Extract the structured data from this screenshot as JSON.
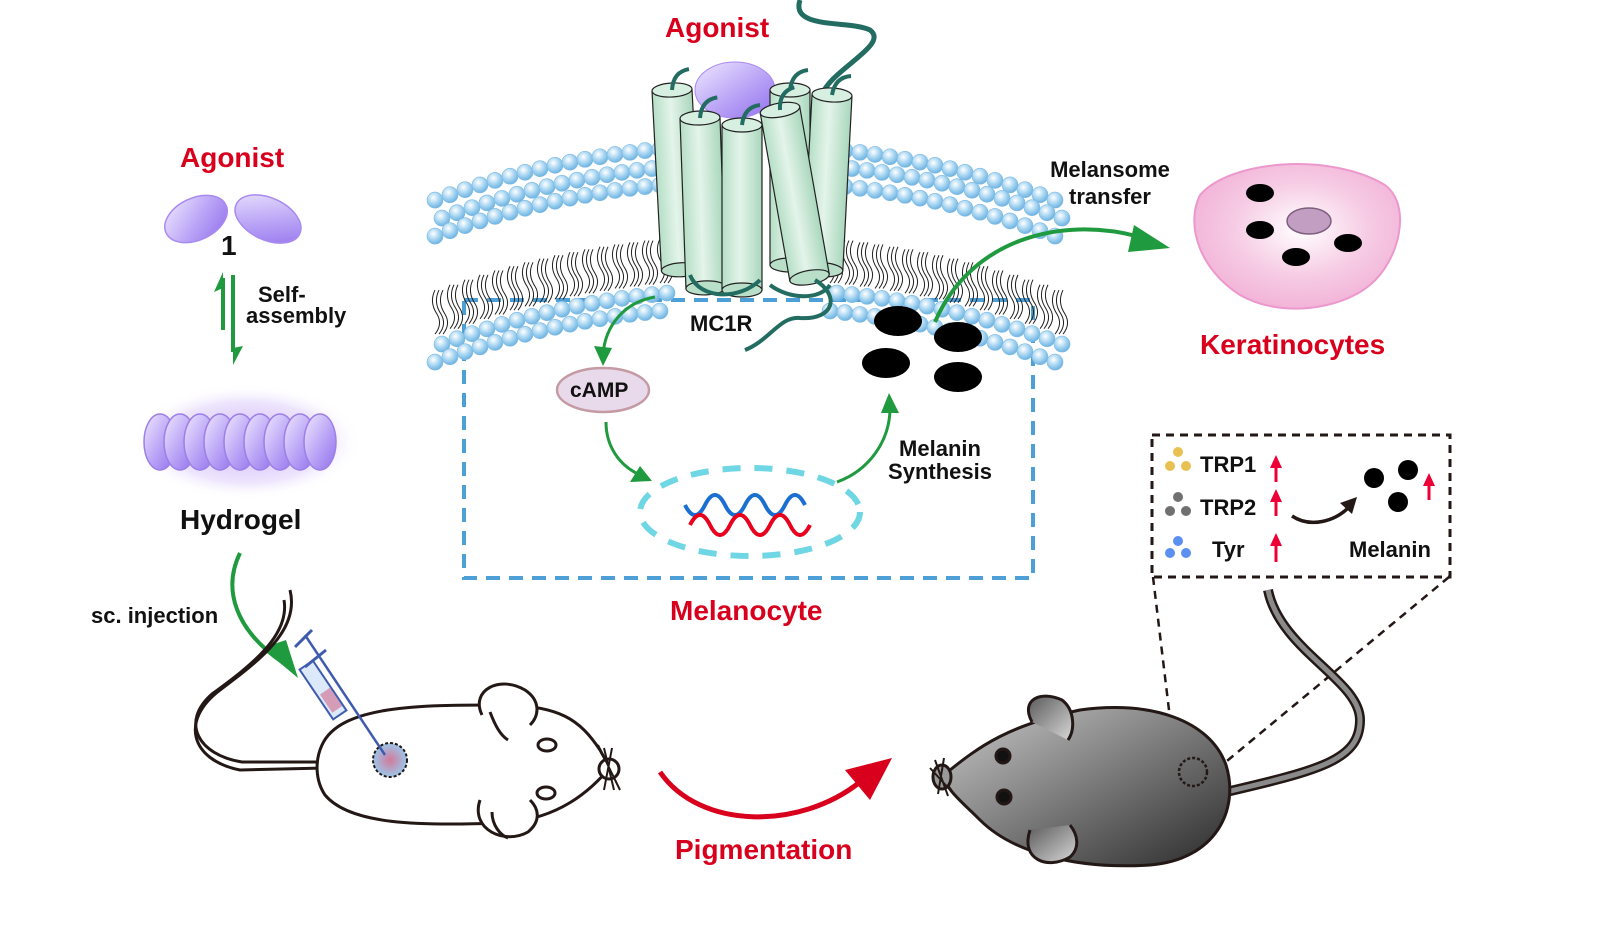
{
  "colors": {
    "title_red": "#d8001c",
    "arrow_green": "#1f9a3e",
    "membrane_blue": "#8fc8ea",
    "receptor_green": "#c8e8d6",
    "loop_teal": "#236c62",
    "agonist_purple": "#a78bf0",
    "keratinocyte_pink": "#f4b8dc",
    "melanocyte_border": "#4d9fd8",
    "nucleus_border": "#6fd6e4",
    "up_arrow_red": "#ec0036",
    "trp1_yellow": "#e8c152",
    "trp2_gray": "#707070",
    "tyr_blue": "#5b8ff0"
  },
  "left_panel": {
    "agonist_label": "Agonist",
    "compound_number": "1",
    "self_assembly_label": "Self-\nassembly",
    "self_assembly_line1": "Self-",
    "self_assembly_line2": "assembly",
    "hydrogel_label": "Hydrogel",
    "injection_label": "sc. injection"
  },
  "center_panel": {
    "agonist_label": "Agonist",
    "receptor_label": "MC1R",
    "second_messenger_label": "cAMP",
    "melanin_synthesis_line1": "Melanin",
    "melanin_synthesis_line2": "Synthesis",
    "cell_label": "Melanocyte"
  },
  "right_panel": {
    "transfer_line1": "Melansome",
    "transfer_line2": "transfer",
    "target_cell_label": "Keratinocytes"
  },
  "bottom": {
    "process_label": "Pigmentation"
  },
  "inset": {
    "items": [
      {
        "name": "TRP1",
        "trend": "up"
      },
      {
        "name": "TRP2",
        "trend": "up"
      },
      {
        "name": "Tyr",
        "trend": "up"
      }
    ],
    "product_label": "Melanin",
    "product_trend": "up"
  }
}
